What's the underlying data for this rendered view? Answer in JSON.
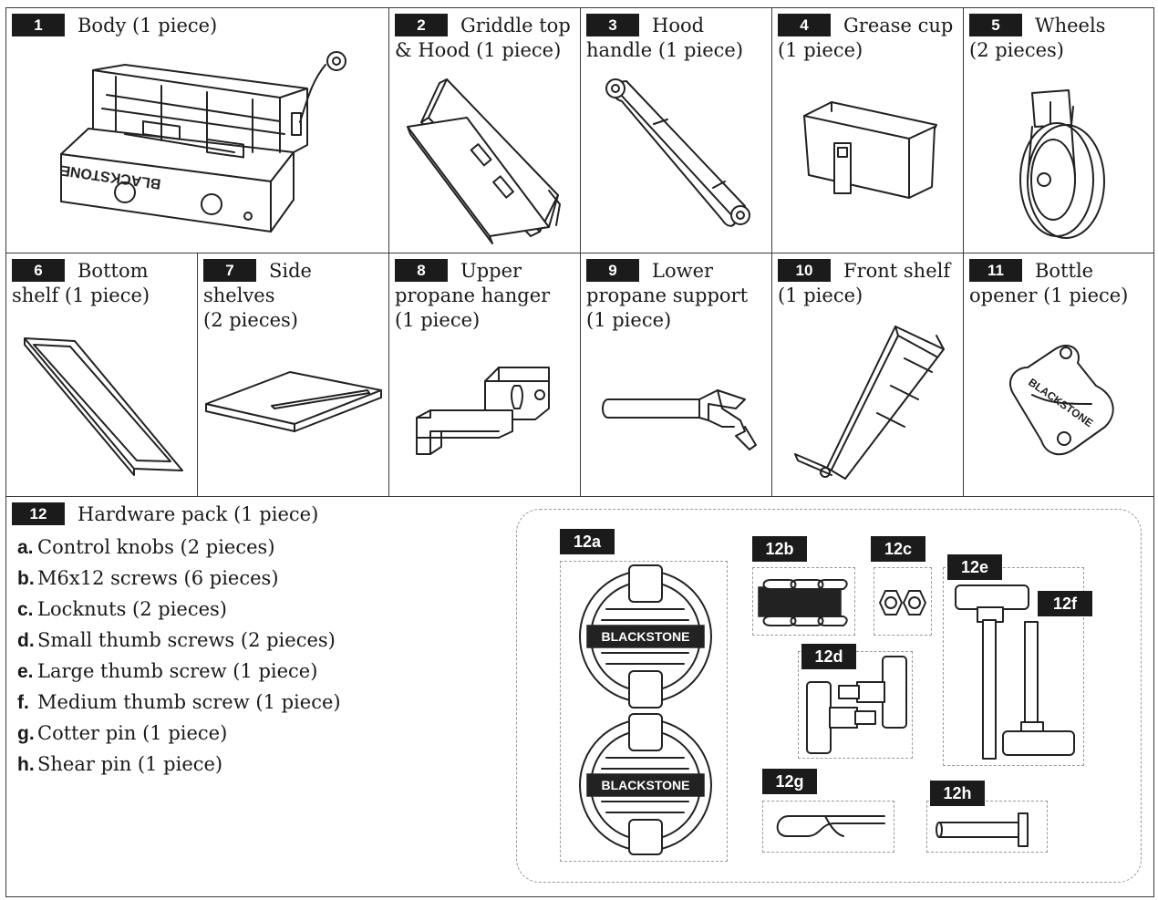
{
  "parts": [
    {
      "num": "1",
      "line1": "Body (1 piece)",
      "line2": ""
    },
    {
      "num": "2",
      "line1": "Griddle top",
      "line2": "& Hood (1 piece)"
    },
    {
      "num": "3",
      "line1": "Hood",
      "line2": "handle (1 piece)"
    },
    {
      "num": "4",
      "line1": "Grease cup",
      "line2": "(1 piece)"
    },
    {
      "num": "5",
      "line1": "Wheels",
      "line2": "(2 pieces)"
    },
    {
      "num": "6",
      "line1": "Bottom",
      "line2": "shelf (1 piece)"
    },
    {
      "num": "7",
      "line1": "Side shelves",
      "line2": "(2 pieces)"
    },
    {
      "num": "8",
      "line1": "Upper",
      "line2": "propane hanger",
      "line3": "(1 piece)"
    },
    {
      "num": "9",
      "line1": "Lower",
      "line2": "propane support",
      "line3": "(1 piece)"
    },
    {
      "num": "10",
      "line1": "Front shelf",
      "line2": "(1 piece)"
    },
    {
      "num": "11",
      "line1": "Bottle",
      "line2": "opener (1 piece)"
    }
  ],
  "hardware": {
    "num": "12",
    "title": "Hardware pack (1 piece)",
    "items": [
      {
        "letter": "a.",
        "text": "Control knobs (2 pieces)"
      },
      {
        "letter": "b.",
        "text": "M6x12 screws (6 pieces)"
      },
      {
        "letter": "c.",
        "text": "Locknuts (2 pieces)"
      },
      {
        "letter": "d.",
        "text": "Small thumb screws (2 pieces)"
      },
      {
        "letter": "e.",
        "text": "Large thumb screw (1 piece)"
      },
      {
        "letter": "f.",
        "text": "Medium thumb screw (1 piece)"
      },
      {
        "letter": "g.",
        "text": "Cotter pin (1 piece)"
      },
      {
        "letter": "h.",
        "text": "Shear pin (1 piece)"
      }
    ],
    "labels": {
      "a": "12a",
      "b": "12b",
      "c": "12c",
      "d": "12d",
      "e": "12e",
      "f": "12f",
      "g": "12g",
      "h": "12h"
    },
    "brand": "BLACKSTONE"
  }
}
